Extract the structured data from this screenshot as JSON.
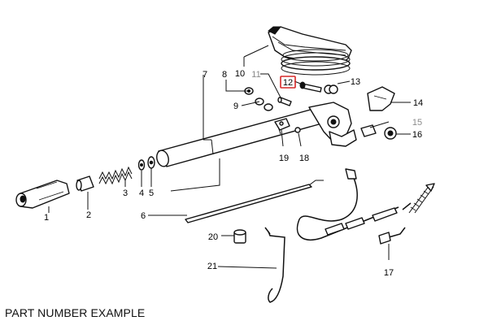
{
  "caption": "PART NUMBER EXAMPLE",
  "highlight_color": "#d62828",
  "callouts": {
    "c1": "1",
    "c2": "2",
    "c3": "3",
    "c4": "4",
    "c5": "5",
    "c6": "6",
    "c7": "7",
    "c8": "8",
    "c9": "9",
    "c10": "10",
    "c11": "11",
    "c12": "12",
    "c13": "13",
    "c14": "14",
    "c15": "15",
    "c16": "16",
    "c17": "17",
    "c18": "18",
    "c19": "19",
    "c20": "20",
    "c21": "21"
  },
  "highlighted_part": "12"
}
